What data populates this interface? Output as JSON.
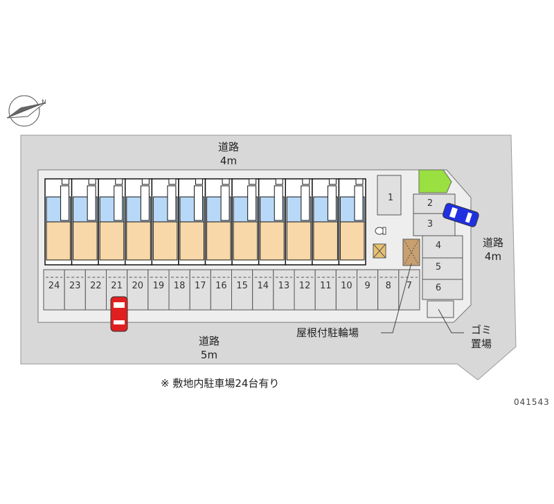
{
  "roads": {
    "top": {
      "name": "道路",
      "width": "4m"
    },
    "right": {
      "name": "道路",
      "width": "4m"
    },
    "bottom": {
      "name": "道路",
      "width": "5m"
    }
  },
  "labels": {
    "bike_parking": "屋根付駐輪場",
    "garbage_line1": "ゴミ",
    "garbage_line2": "置場"
  },
  "parking_spaces": [
    "24",
    "23",
    "22",
    "21",
    "20",
    "19",
    "18",
    "17",
    "16",
    "15",
    "14",
    "13",
    "12",
    "11",
    "10",
    "9",
    "8",
    "7"
  ],
  "parking_right": [
    "1",
    "2",
    "3",
    "4",
    "5",
    "6"
  ],
  "units_count": 12,
  "note": "※ 敷地内駐車場24台有り",
  "code": "041543",
  "colors": {
    "road": "#d8d8d8",
    "site": "#eeeeee",
    "room_blue": "#b8d8f8",
    "room_orange": "#f8d8a8",
    "green": "#99e040",
    "bike": "#c8a070"
  }
}
